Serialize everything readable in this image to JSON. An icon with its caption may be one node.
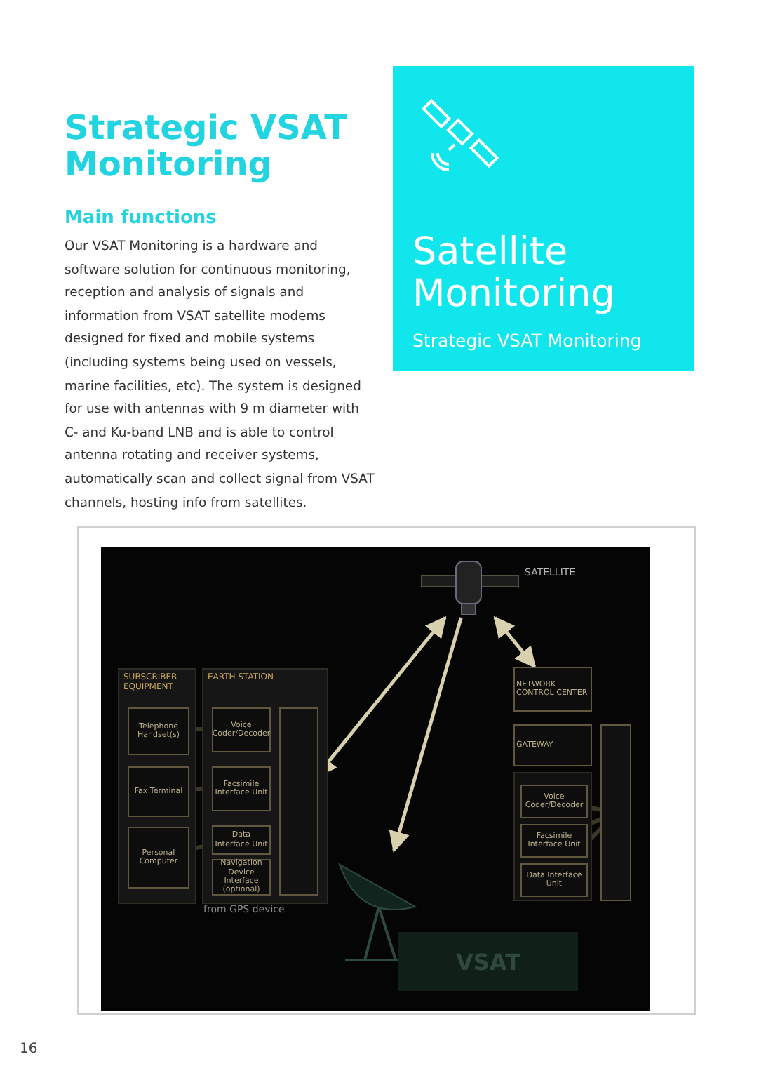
{
  "diagram": {
    "title": "Strategic VSAT Monitoring",
    "nodes": [
      {
        "text": [
          "Satellite Monitoring",
          "Strategic VSAT Monitoring"
        ]
      },
      {
        "text": [],
        "shape": "picture",
        "beside": [
          "SATELLITE"
        ]
      },
      {
        "text": [
          "SUBSCRIBER EQUIPMENT"
        ]
      },
      {
        "text": [
          "Telephone Handset(s)"
        ],
        "in": 2
      },
      {
        "text": [
          "Fax Terminal"
        ],
        "in": 2
      },
      {
        "text": [
          "Personal Computer"
        ],
        "in": 2
      },
      {
        "text": [
          "EARTH STATION"
        ]
      },
      {
        "text": [
          "Voice Coder/Decoder"
        ],
        "in": 6
      },
      {
        "text": [
          "Facsimile Interface Unit"
        ],
        "in": 6
      },
      {
        "text": [
          "Data Interface Unit"
        ],
        "in": 6
      },
      {
        "text": [
          "Navigation Device Interface (optional)"
        ],
        "in": 6
      },
      {
        "text": [],
        "shape": "box",
        "in": 6
      },
      {
        "text": [
          "NETWORK CONTROL CENTER"
        ]
      },
      {
        "text": [
          "GATEWAY"
        ]
      },
      {
        "text": [],
        "shape": "box"
      },
      {
        "text": [
          "Voice Coder/Decoder"
        ],
        "in": 14
      },
      {
        "text": [
          "Facsimile Interface Unit"
        ],
        "in": 14
      },
      {
        "text": [
          "Data Interface Unit"
        ],
        "in": 14
      },
      {
        "text": [],
        "shape": "bar"
      },
      {
        "text": [],
        "shape": "picture"
      },
      {
        "text": [
          "VSAT"
        ]
      }
    ],
    "edges": [
      {
        "from": 1,
        "to": 11,
        "arrow": "both",
        "color": "#d9d0ad"
      },
      {
        "from": 1,
        "to": 12,
        "arrow": "both",
        "color": "#d9d0ad"
      },
      {
        "from": 1,
        "to": 19,
        "arrow": "to",
        "color": "#d9d0ad"
      },
      {
        "from": 3,
        "to": 7,
        "arrow": "none"
      },
      {
        "from": 4,
        "to": 8,
        "arrow": "none"
      },
      {
        "from": 5,
        "to": 9,
        "arrow": "none"
      },
      {
        "from": 15,
        "to": 18,
        "arrow": "none"
      },
      {
        "from": 16,
        "to": 18,
        "arrow": "none"
      },
      {
        "from": 17,
        "to": 18,
        "arrow": "none"
      }
    ],
    "labels": [
      "Main functions",
      "Our VSAT Monitoring is a hardware and software solution for continuous monitoring, reception and analysis of signals and information from VSAT satellite modems designed for fixed and mobile systems (including systems being used on vessels, marine facilities, etc). The system is designed for use with antennas with 9 m diameter with C- and Ku-band LNB and is able to control antenna rotating and receiver systems, automatically scan and collect signal from VSAT channels, hosting info from satellites.",
      "from GPS device",
      "16"
    ]
  }
}
